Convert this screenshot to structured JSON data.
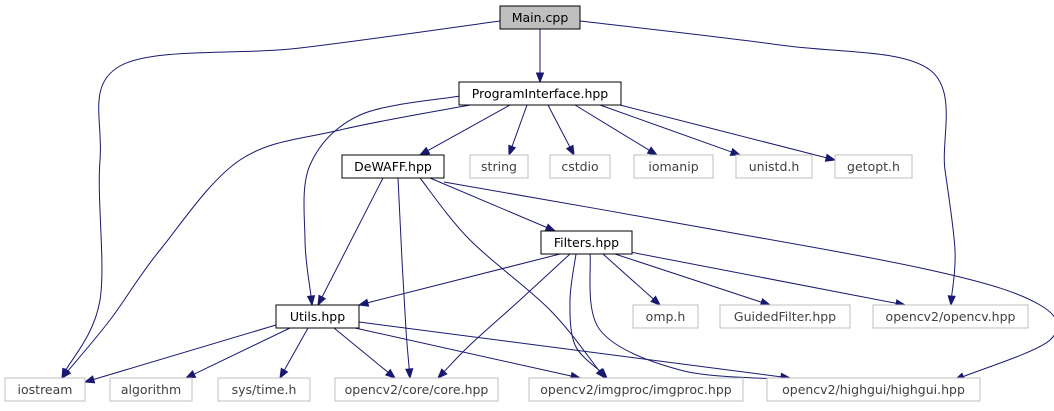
{
  "diagram": {
    "colors": {
      "edge": "#191970",
      "focus_fill": "#bfbfbf",
      "focus_stroke": "#000000",
      "local_stroke": "#000000",
      "system_stroke": "#bfbfbf",
      "local_text": "#000000",
      "system_text": "#404040"
    },
    "nodes": [
      {
        "id": "main",
        "label": "Main.cpp",
        "kind": "focus"
      },
      {
        "id": "pi",
        "label": "ProgramInterface.hpp",
        "kind": "local"
      },
      {
        "id": "dewaff",
        "label": "DeWAFF.hpp",
        "kind": "local"
      },
      {
        "id": "string",
        "label": "string",
        "kind": "system"
      },
      {
        "id": "cstdio",
        "label": "cstdio",
        "kind": "system"
      },
      {
        "id": "iomanip",
        "label": "iomanip",
        "kind": "system"
      },
      {
        "id": "unistd",
        "label": "unistd.h",
        "kind": "system"
      },
      {
        "id": "getopt",
        "label": "getopt.h",
        "kind": "system"
      },
      {
        "id": "filters",
        "label": "Filters.hpp",
        "kind": "local"
      },
      {
        "id": "utils",
        "label": "Utils.hpp",
        "kind": "local"
      },
      {
        "id": "omp",
        "label": "omp.h",
        "kind": "system"
      },
      {
        "id": "guided",
        "label": "GuidedFilter.hpp",
        "kind": "system"
      },
      {
        "id": "opencv",
        "label": "opencv2/opencv.hpp",
        "kind": "system"
      },
      {
        "id": "iostream",
        "label": "iostream",
        "kind": "system"
      },
      {
        "id": "algorithm",
        "label": "algorithm",
        "kind": "system"
      },
      {
        "id": "systime",
        "label": "sys/time.h",
        "kind": "system"
      },
      {
        "id": "core",
        "label": "opencv2/core/core.hpp",
        "kind": "system"
      },
      {
        "id": "imgproc",
        "label": "opencv2/imgproc/imgproc.hpp",
        "kind": "system"
      },
      {
        "id": "highgui",
        "label": "opencv2/highgui/highgui.hpp",
        "kind": "system"
      }
    ],
    "edges": [
      {
        "from": "main",
        "to": "pi"
      },
      {
        "from": "main",
        "to": "iostream"
      },
      {
        "from": "main",
        "to": "opencv"
      },
      {
        "from": "pi",
        "to": "dewaff"
      },
      {
        "from": "pi",
        "to": "string"
      },
      {
        "from": "pi",
        "to": "cstdio"
      },
      {
        "from": "pi",
        "to": "iomanip"
      },
      {
        "from": "pi",
        "to": "unistd"
      },
      {
        "from": "pi",
        "to": "getopt"
      },
      {
        "from": "pi",
        "to": "utils"
      },
      {
        "from": "pi",
        "to": "iostream"
      },
      {
        "from": "dewaff",
        "to": "filters"
      },
      {
        "from": "dewaff",
        "to": "utils"
      },
      {
        "from": "dewaff",
        "to": "core"
      },
      {
        "from": "dewaff",
        "to": "imgproc"
      },
      {
        "from": "dewaff",
        "to": "highgui"
      },
      {
        "from": "filters",
        "to": "utils"
      },
      {
        "from": "filters",
        "to": "omp"
      },
      {
        "from": "filters",
        "to": "guided"
      },
      {
        "from": "filters",
        "to": "opencv"
      },
      {
        "from": "filters",
        "to": "core"
      },
      {
        "from": "filters",
        "to": "imgproc"
      },
      {
        "from": "filters",
        "to": "highgui"
      },
      {
        "from": "utils",
        "to": "iostream"
      },
      {
        "from": "utils",
        "to": "algorithm"
      },
      {
        "from": "utils",
        "to": "systime"
      },
      {
        "from": "utils",
        "to": "core"
      },
      {
        "from": "utils",
        "to": "imgproc"
      },
      {
        "from": "utils",
        "to": "highgui"
      }
    ]
  }
}
